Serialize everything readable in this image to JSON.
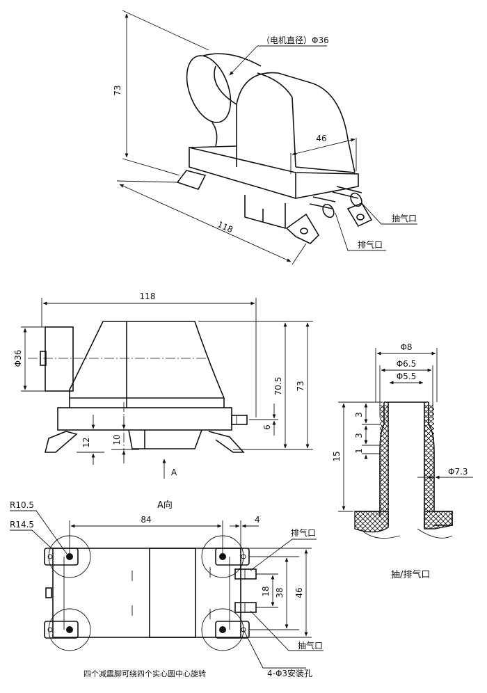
{
  "iso": {
    "motor_dia": "（电机直径）Φ36",
    "height": "73",
    "width": "46",
    "length": "118",
    "suction": "抽气口",
    "exhaust": "排气口"
  },
  "front": {
    "length": "118",
    "dia": "Φ36",
    "h705": "70.5",
    "h73": "73",
    "h6": "6",
    "h12": "12",
    "h10": "10",
    "view_marker": "A"
  },
  "bottom": {
    "title": "A向",
    "r105": "R10.5",
    "r145": "R14.5",
    "w84": "84",
    "w4": "4",
    "h18": "18",
    "h38": "38",
    "h46": "46",
    "exhaust": "排气口",
    "suction": "抽气口",
    "holes": "4-Φ3安装孔",
    "note": "四个减震脚可绕四个实心圆中心旋转"
  },
  "port": {
    "d8": "Φ8",
    "d65": "Φ6.5",
    "d55": "Φ5.5",
    "d73": "Φ7.3",
    "h15": "15",
    "s3a": "3",
    "s3b": "3",
    "s1": "1",
    "title": "抽/排气口"
  }
}
